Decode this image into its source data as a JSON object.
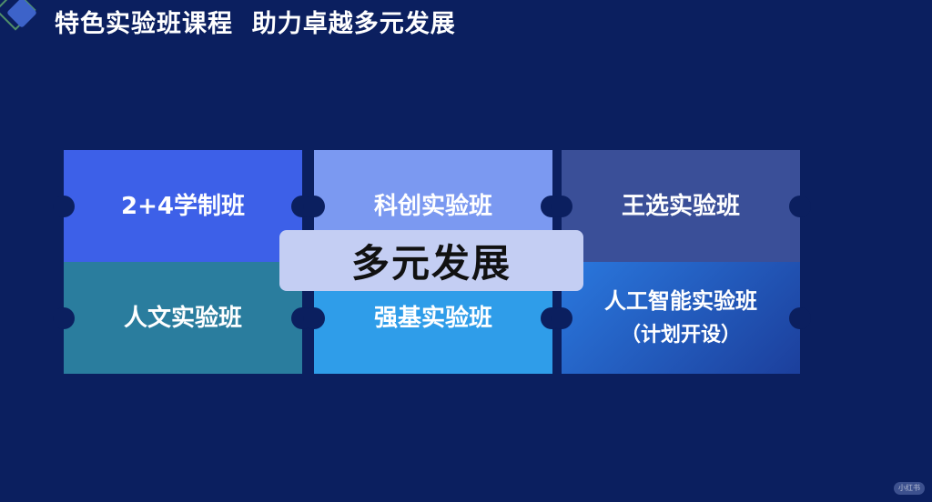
{
  "header": {
    "title": "特色实验班课程  助力卓越多元发展"
  },
  "cells": [
    {
      "label": "2+4学制班",
      "color": "#3d60e8"
    },
    {
      "label": "科创实验班",
      "color": "#7b99f1"
    },
    {
      "label": "王选实验班",
      "color": "#3a4f98"
    },
    {
      "label": "人文实验班",
      "color": "#2a7d9e"
    },
    {
      "label": "强基实验班",
      "color": "#2f9de9"
    },
    {
      "label": "人工智能实验班",
      "sub": "（计划开设）",
      "color": "#2566cc"
    }
  ],
  "center_label": "多元发展",
  "watermark": "小红书"
}
